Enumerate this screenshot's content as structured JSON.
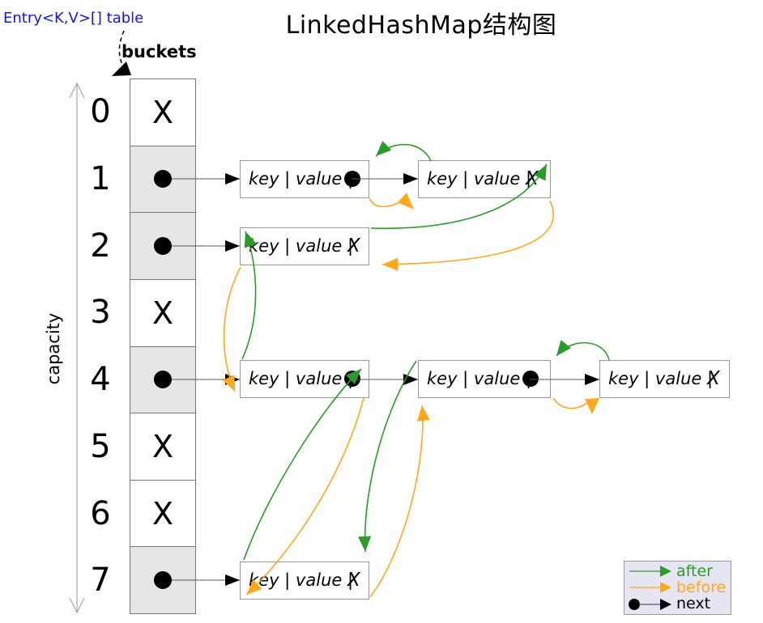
{
  "title": "LinkedHashMap结构图",
  "labels": {
    "entry_table": "Entry<K,V>[] table",
    "buckets": "buckets",
    "capacity": "capacity"
  },
  "array": {
    "null_marker": "X",
    "cells": [
      {
        "index": "0",
        "has_entry": false
      },
      {
        "index": "1",
        "has_entry": true
      },
      {
        "index": "2",
        "has_entry": true
      },
      {
        "index": "3",
        "has_entry": false
      },
      {
        "index": "4",
        "has_entry": true
      },
      {
        "index": "5",
        "has_entry": false
      },
      {
        "index": "6",
        "has_entry": false
      },
      {
        "index": "7",
        "has_entry": true
      }
    ]
  },
  "nodes": [
    {
      "id": "bucket1-node1",
      "label": "key | value |",
      "tail": "dot"
    },
    {
      "id": "bucket1-node2",
      "label": "key | value |",
      "tail": "X"
    },
    {
      "id": "bucket2-node1",
      "label": "key | value |",
      "tail": "X"
    },
    {
      "id": "bucket4-node1",
      "label": "key | value |",
      "tail": "dot"
    },
    {
      "id": "bucket4-node2",
      "label": "key | value |",
      "tail": "dot"
    },
    {
      "id": "bucket4-node3",
      "label": "key | value |",
      "tail": "X"
    },
    {
      "id": "bucket7-node1",
      "label": "key | value |",
      "tail": "X"
    }
  ],
  "legend": {
    "items": [
      {
        "key": "after",
        "label": "after"
      },
      {
        "key": "before",
        "label": "before"
      },
      {
        "key": "next",
        "label": "next"
      }
    ]
  },
  "colors": {
    "after_green": "#2b9b2b",
    "before_orange": "#ffa81c",
    "next_black": "#000000",
    "entry_label_blue": "#1414f0",
    "bucket_fill": "#e6e6e6",
    "legend_bg": "#e6e6f2"
  }
}
